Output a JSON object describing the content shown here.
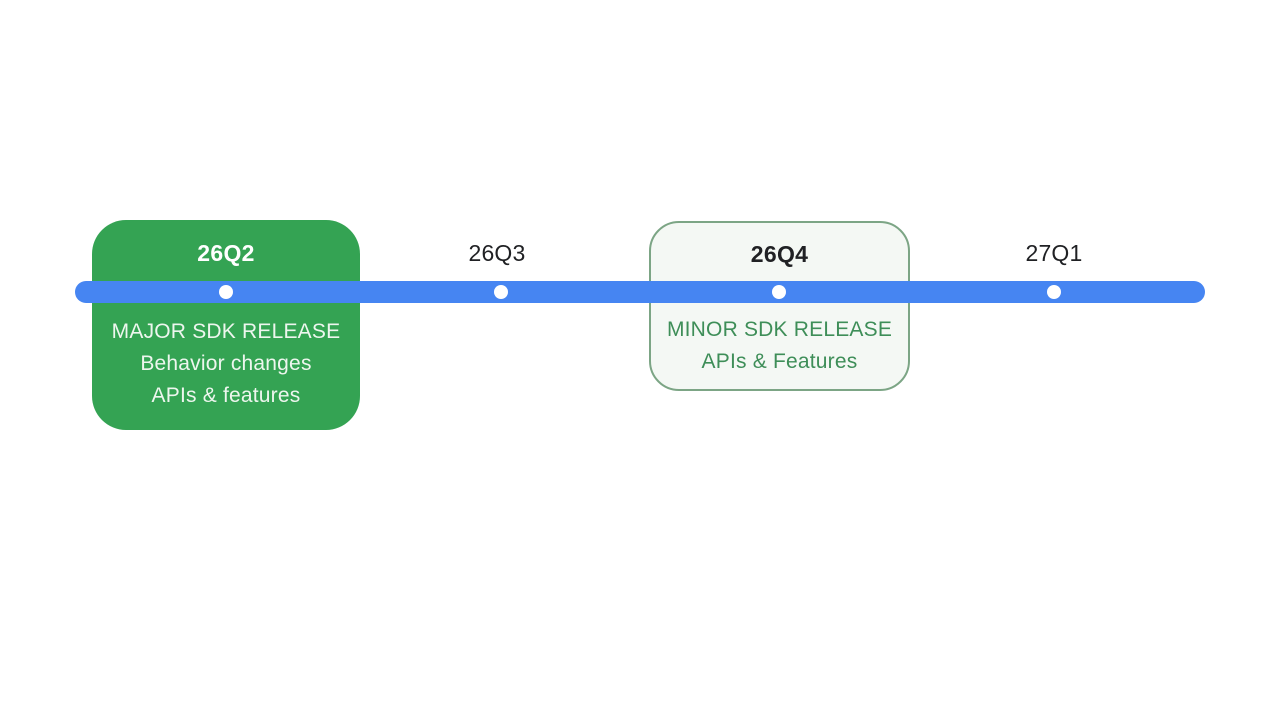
{
  "diagram": {
    "type": "timeline",
    "background": "#ffffff",
    "bar_color": "#4685F2",
    "dot_color": "#ffffff",
    "milestones": [
      {
        "label": "26Q2",
        "card": {
          "style": "major",
          "title": "26Q2",
          "lines": [
            "MAJOR SDK RELEASE",
            "Behavior changes",
            "APIs & features"
          ],
          "fill_color": "#34A353",
          "text_color": "#ffffff"
        }
      },
      {
        "label": "26Q3"
      },
      {
        "label": "26Q4",
        "card": {
          "style": "minor",
          "title": "26Q4",
          "lines": [
            "MINOR SDK RELEASE",
            "APIs & Features"
          ],
          "fill_color": "#F4F8F4",
          "border_color": "#7CA585",
          "text_color": "#3E8E58"
        }
      },
      {
        "label": "27Q1"
      }
    ]
  }
}
